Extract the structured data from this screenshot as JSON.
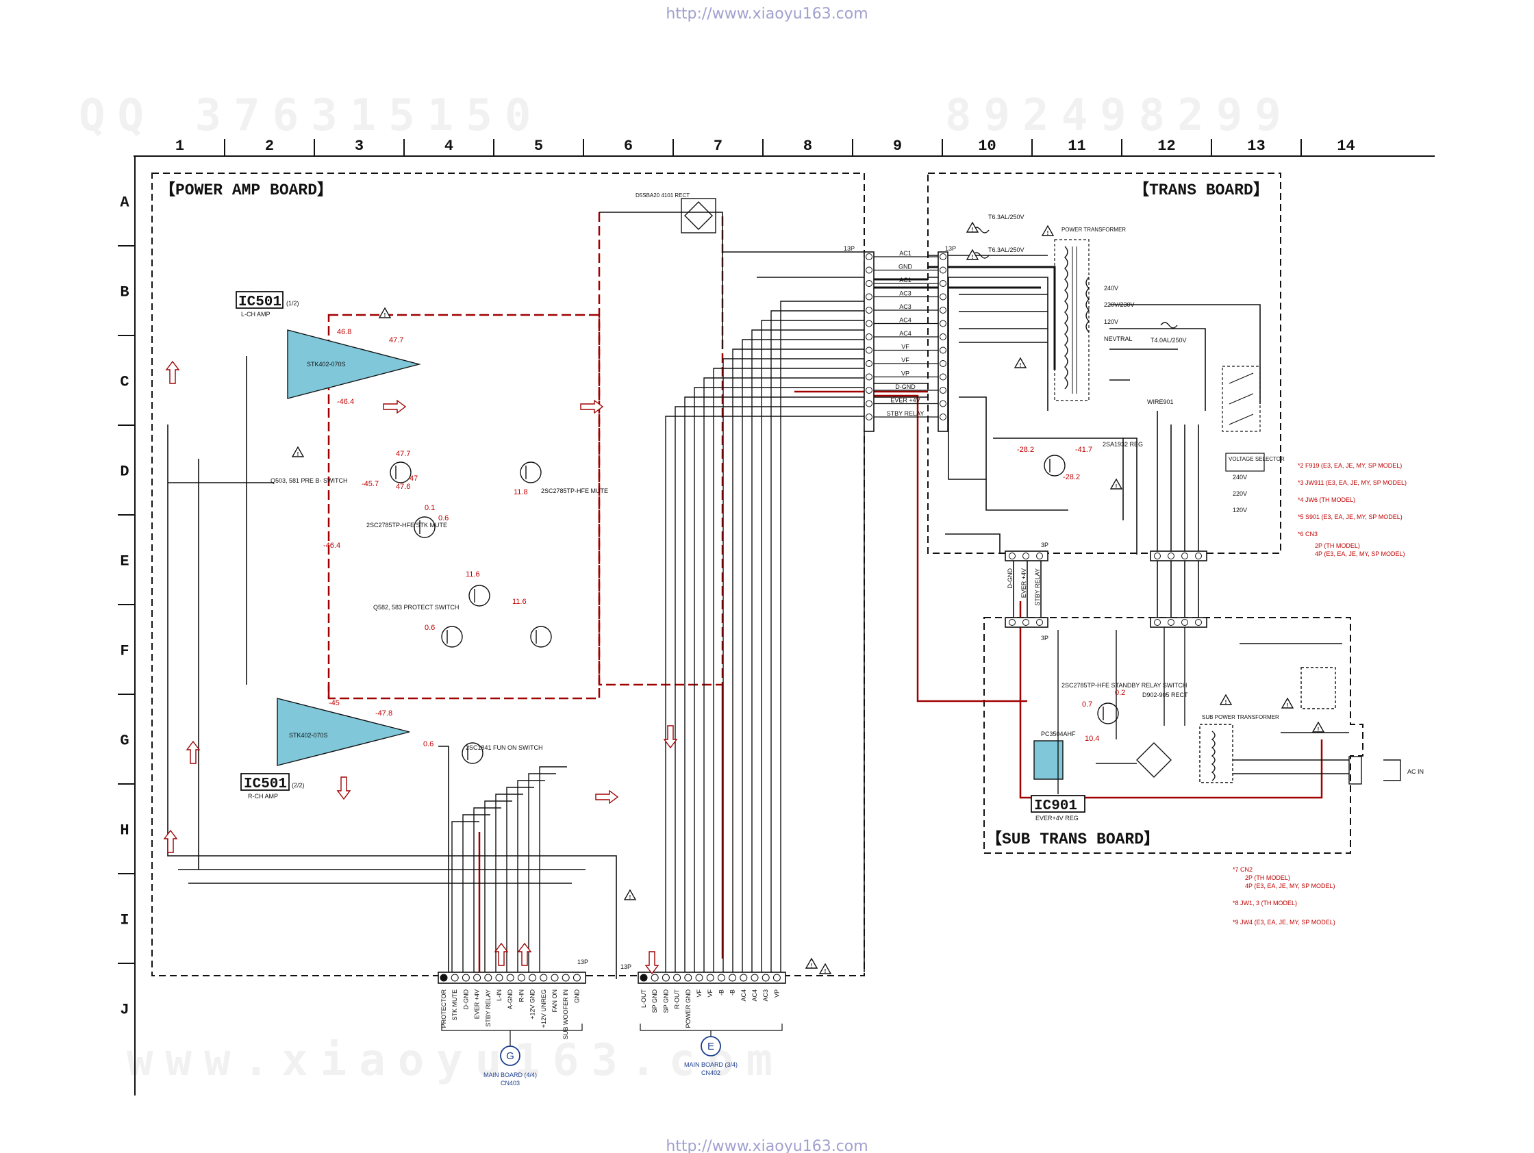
{
  "header_url": "http://www.xiaoyu163.com",
  "footer_url": "http://www.xiaoyu163.com",
  "watermark_top": "QQ 376315150",
  "watermark_top_right": "892498299",
  "watermark_bottom": "www.xiaoyu163.com",
  "grid": {
    "columns": [
      "1",
      "2",
      "3",
      "4",
      "5",
      "6",
      "7",
      "8",
      "9",
      "10",
      "11",
      "12",
      "13",
      "14"
    ],
    "rows": [
      "A",
      "B",
      "C",
      "D",
      "E",
      "F",
      "G",
      "H",
      "I",
      "J"
    ]
  },
  "boards": {
    "power_amp": "【POWER AMP BOARD】",
    "trans": "【TRANS BOARD】",
    "sub_trans": "【SUB TRANS BOARD】"
  },
  "ics": {
    "ic501_l": {
      "name": "IC501",
      "part": "(1/2)",
      "sub": "L-CH AMP",
      "chip": "STK402-070S"
    },
    "ic501_r": {
      "name": "IC501",
      "part": "(2/2)",
      "sub": "R-CH AMP",
      "chip": "STK402-070S"
    },
    "ic901": {
      "name": "IC901",
      "sub": "EVER+4V REG",
      "chip": "PC3504AHF"
    }
  },
  "labels": {
    "rect": "D5SBA20 4101 RECT",
    "pre_b_switch": "Q503, 581 PRE B- SWITCH",
    "protect_switch": "Q582, 583 PROTECT SWITCH",
    "stk_mute": "2SC2785TP-HFE STK MUTE",
    "mute": "2SC2785TP-HFE MUTE",
    "fan_on_switch": "2SC1841 FUN ON SWITCH",
    "standby_switch": "2SC2785TP-HFE STANDBY RELAY SWITCH",
    "d902": "D902-905 RECT",
    "sub_power_transformer": "SUB POWER TRANSFORMER",
    "power_transformer": "POWER TRANSFORMER",
    "voltage_selector": "VOLTAGE SELECTOR",
    "reg": "2SA1932 REG",
    "ac_in": "AC IN",
    "wire901": "WIRE901",
    "neutral": "NEVTRAL",
    "fuse1": "T6.3AL/250V",
    "fuse2": "T6.3AL/250V",
    "fuse3": "T4.0AL/250V",
    "v240": "240V",
    "v220": "220V/230V",
    "v120": "120V",
    "sel_240": "240V",
    "sel_220": "220V",
    "sel_120": "120V"
  },
  "connector_trans": [
    "AC1",
    "GND",
    "AC1",
    "AC3",
    "AC3",
    "AC4",
    "AC4",
    "VF",
    "VF",
    "VP",
    "D-GND",
    "EVER +4V",
    "STBY RELAY"
  ],
  "connector_g": {
    "pins": [
      "PROTECTOR",
      "STK MUTE",
      "D-GND",
      "EVER +4V",
      "STBY RELAY",
      "L-IN",
      "A-GND",
      "R-IN",
      "+12V GND",
      "+12V UNREG",
      "FAN ON",
      "SUB WOOFER IN",
      "GND"
    ],
    "label": "MAIN BOARD (4/4)",
    "cn": "CN403",
    "badge": "G",
    "count": "13P"
  },
  "connector_e": {
    "pins": [
      "L-OUT",
      "SP GND",
      "SP GND",
      "R-OUT",
      "POWER GND",
      "VF",
      "VF",
      "-B",
      "-B",
      "AC4",
      "AC4",
      "AC3",
      "VP"
    ],
    "label": "MAIN BOARD (3/4)",
    "cn": "CN402",
    "badge": "E",
    "count": "13P"
  },
  "connector_3p": [
    "D-GND",
    "EVER +4V",
    "STBY RELAY"
  ],
  "voltages": [
    "46.8",
    "47.7",
    "-46.4",
    "-46.4",
    "47.7",
    "-45.7",
    "47.6",
    "47",
    "0.1",
    "0.6",
    "11.8",
    "11.6",
    "11.6",
    "0.6",
    "0.6",
    "-45",
    "-47.8",
    "-28.2",
    "-41.7",
    "-28.2",
    "0.2",
    "0.7",
    "10.4"
  ],
  "notes": [
    "*2 F919 (E3, EA, JE, MY, SP MODEL)",
    "*3 JW911 (E3, EA, JE, MY, SP MODEL)",
    "*4 JW6 (TH MODEL)",
    "*5 S901 (E3, EA, JE, MY, SP MODEL)",
    "*6 CN3",
    "2P (TH MODEL)",
    "4P (E3, EA, JE, MY, SP MODEL)",
    "*7 CN2",
    "2P (TH MODEL)",
    "4P (E3, EA, JE, MY, SP MODEL)",
    "*8 JW1, 3 (TH MODEL)",
    "*9 JW4 (E3, EA, JE, MY, SP MODEL)"
  ],
  "colors": {
    "wire": "#111111",
    "red": "#a00000",
    "ic_fill": "#7fc7d9",
    "blue": "#1a3c8c"
  }
}
